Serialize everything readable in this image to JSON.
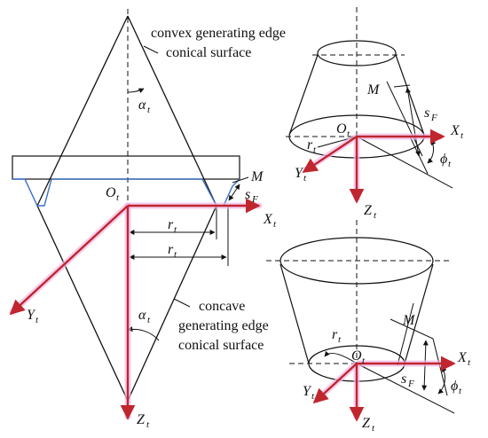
{
  "colors": {
    "axis": "#c0262e",
    "axis_glow": "#f0b8e8",
    "line": "#111111",
    "blue": "#3a6fc4"
  },
  "labels": {
    "convex_line1": "convex generating edge",
    "convex_line2": "conical surface",
    "concave_line1": "concave",
    "concave_line2": "generating edge",
    "concave_line3": "conical surface"
  },
  "symbols": {
    "alpha": "α",
    "t": "t",
    "r": "r",
    "O": "O",
    "X": "X",
    "Y": "Y",
    "Z": "Z",
    "M": "M",
    "s": "s",
    "F": "F",
    "phi": "ϕ"
  }
}
